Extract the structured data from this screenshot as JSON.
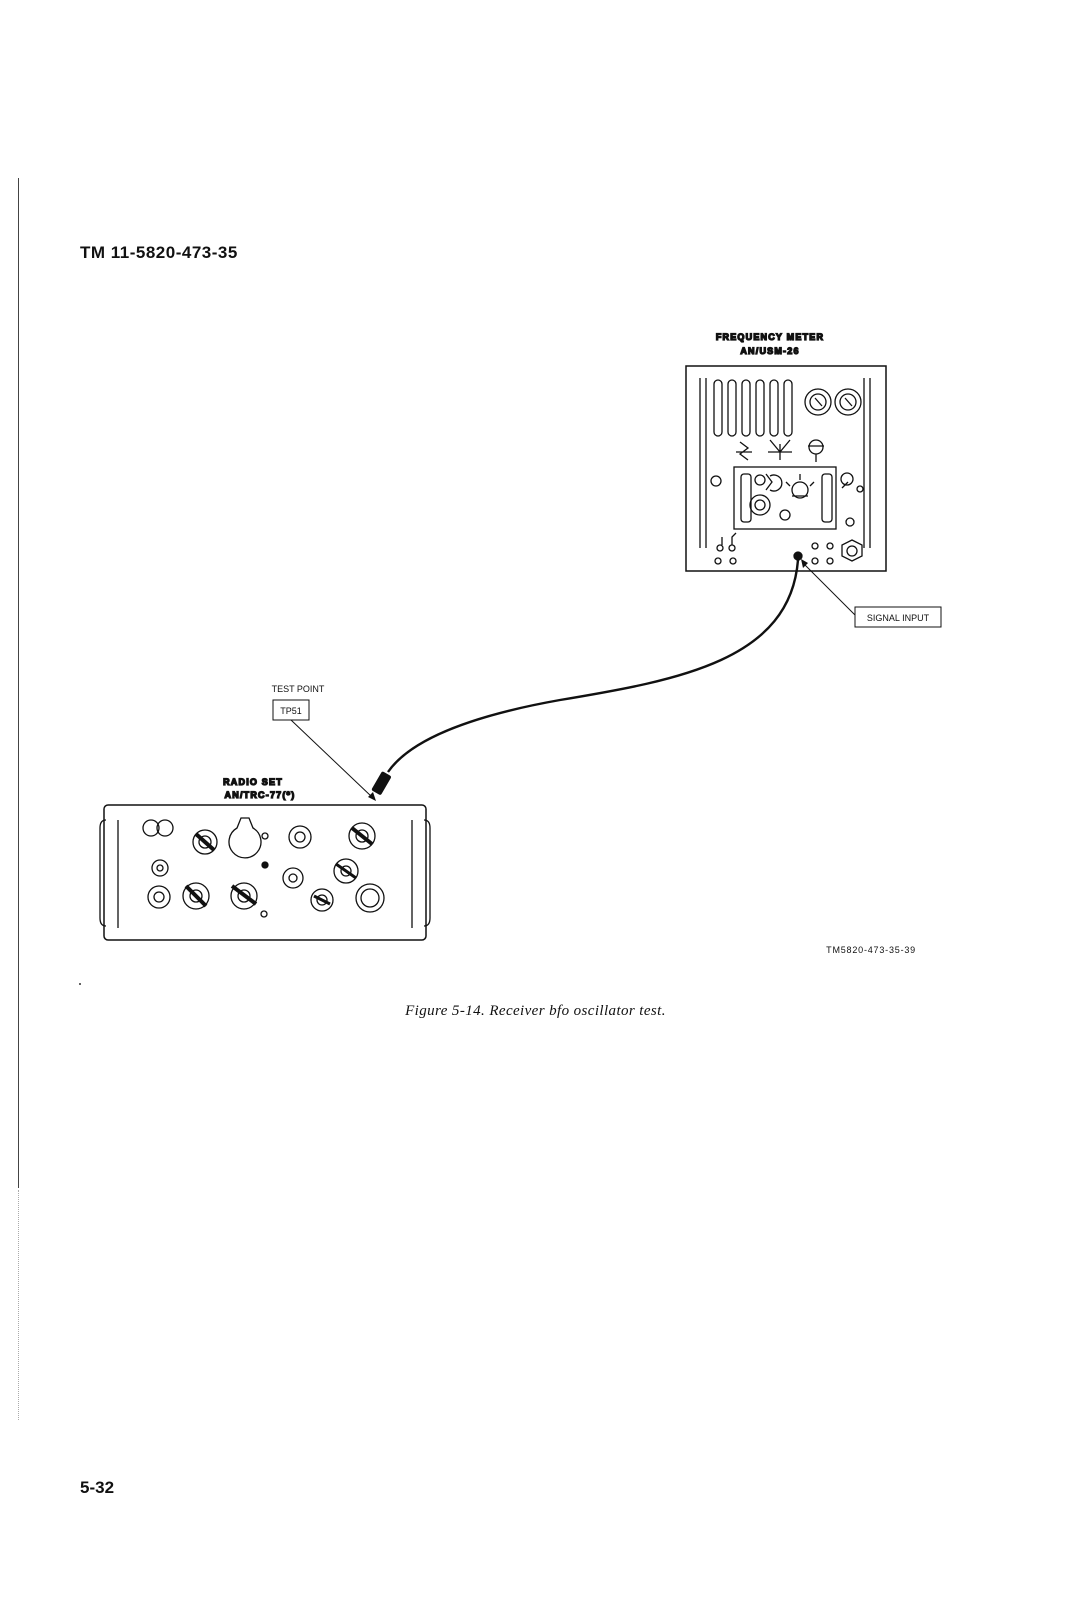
{
  "header": {
    "doc_id": "TM 11-5820-473-35"
  },
  "figure": {
    "frequency_meter_label_1": "FREQUENCY METER",
    "frequency_meter_label_2": "AN/USM-26",
    "signal_input_label": "SIGNAL INPUT",
    "test_point_label": "TEST POINT",
    "test_point_id": "TP51",
    "radio_set_label_1": "RADIO SET",
    "radio_set_label_2": "AN/TRC-77(*)",
    "figure_code": "TM5820-473-35-39"
  },
  "caption": "Figure 5-14. Receiver bfo oscillator test.",
  "footer": {
    "page_number": "5-32"
  }
}
